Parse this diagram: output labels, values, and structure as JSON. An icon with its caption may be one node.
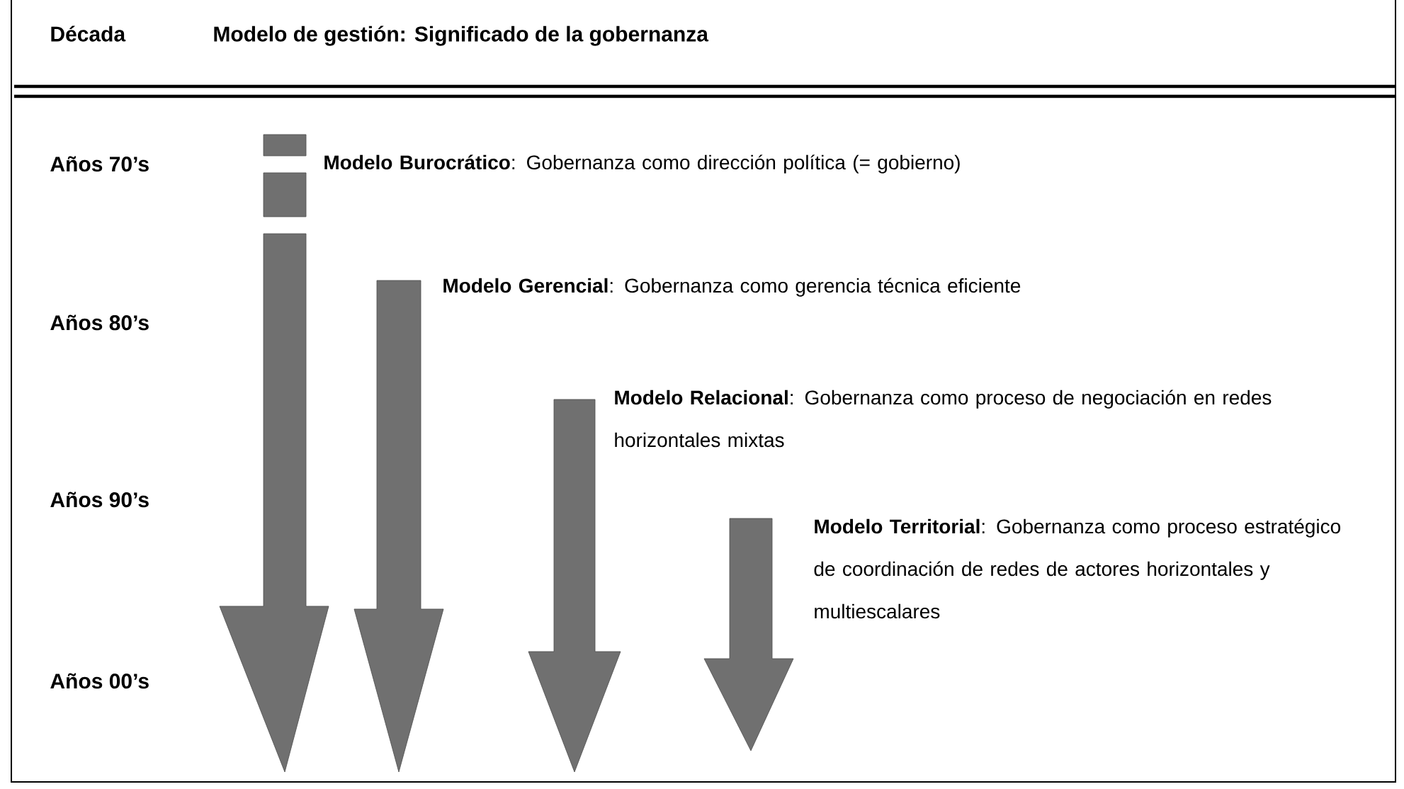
{
  "diagram": {
    "labels": [
      "Década",
      "Modelo de gestión: Significado de la gobernanza",
      "Años 70’s",
      "**Modelo Burocrático**: Gobernanza como dirección política (= gobierno)",
      "**Modelo Gerencial**: Gobernanza como gerencia técnica eficiente",
      "Años 80’s",
      "**Modelo Relacional**: Gobernanza como proceso de negociación en redes horizontales mixtas",
      "Años 90’s",
      "**Modelo Territorial**: Gobernanza como proceso estratégico de coordinación de redes de actores horizontales y multiescalares",
      "Años 00’s"
    ]
  }
}
